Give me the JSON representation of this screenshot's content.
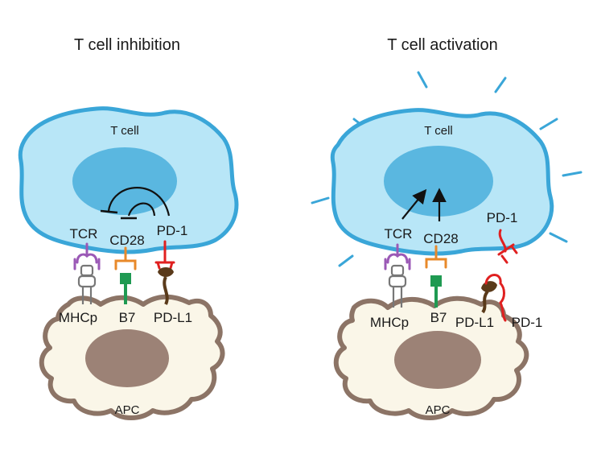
{
  "panels": {
    "left": {
      "title": "T cell inhibition",
      "t_cell": "T cell",
      "apc": "APC",
      "tcr": "TCR",
      "cd28": "CD28",
      "pd1": "PD-1",
      "mhcp": "MHCp",
      "b7": "B7",
      "pdl1": "PD-L1"
    },
    "right": {
      "title": "T cell activation",
      "t_cell": "T cell",
      "apc": "APC",
      "tcr": "TCR",
      "cd28": "CD28",
      "pd1_cell": "PD-1",
      "mhcp": "MHCp",
      "b7": "B7",
      "pdl1": "PD-L1",
      "pd1_bound": "PD-1"
    }
  },
  "colors": {
    "t_cell_fill": "#b8e6f7",
    "t_cell_border": "#3aa6d8",
    "nucleus": "#5ab7e0",
    "apc_fill": "#faf6e8",
    "apc_border": "#8c7466",
    "apc_nucleus": "#9c8276",
    "tcr": "#9b59b6",
    "cd28": "#e8892a",
    "pd1": "#e02020",
    "b7": "#1f9a52",
    "pdl1": "#5a3a1a",
    "mhcp": "#888888",
    "rays": "#3aa6d8"
  }
}
